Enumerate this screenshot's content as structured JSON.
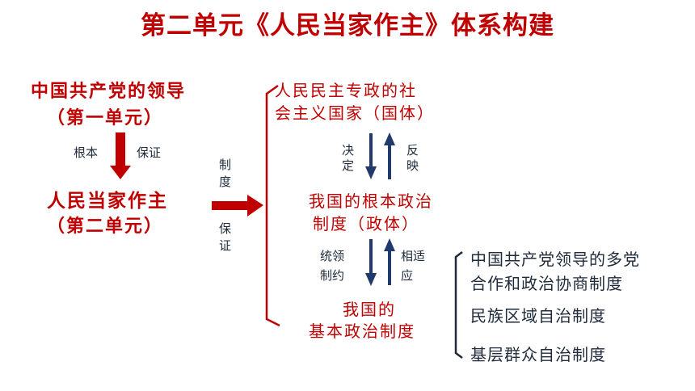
{
  "title": "第二单元《人民当家作主》体系构建",
  "left": {
    "top_line1": "中国共产党的领导",
    "top_line2": "（第一单元）",
    "arrow_left_label": "根本",
    "arrow_right_label": "保证",
    "mid_line1": "人民当家作主",
    "mid_line2": "（第二单元）",
    "side_top_label": "制度",
    "side_bottom_label": "保证"
  },
  "right": {
    "state_line1": "人民民主专政的社",
    "state_line2": "会主义国家（国体）",
    "decide_label": "决定",
    "reflect_label": "反映",
    "gov_line1": "我国的根本政治",
    "gov_line2": "制度（政体）",
    "lead_label_1": "统领",
    "lead_label_2": "制约",
    "adapt_label_1": "相适",
    "adapt_label_2": "应",
    "basic_line1": "我国的",
    "basic_line2": "基本政治制度",
    "items": [
      "中国共产党领导的多党",
      "合作和政治协商制度",
      "民族区域自治制度",
      "基层群众自治制度"
    ]
  },
  "colors": {
    "accent_red": "#c00000",
    "arrow_navy": "#1f3a6b",
    "text_dark": "#1f2a3a"
  }
}
